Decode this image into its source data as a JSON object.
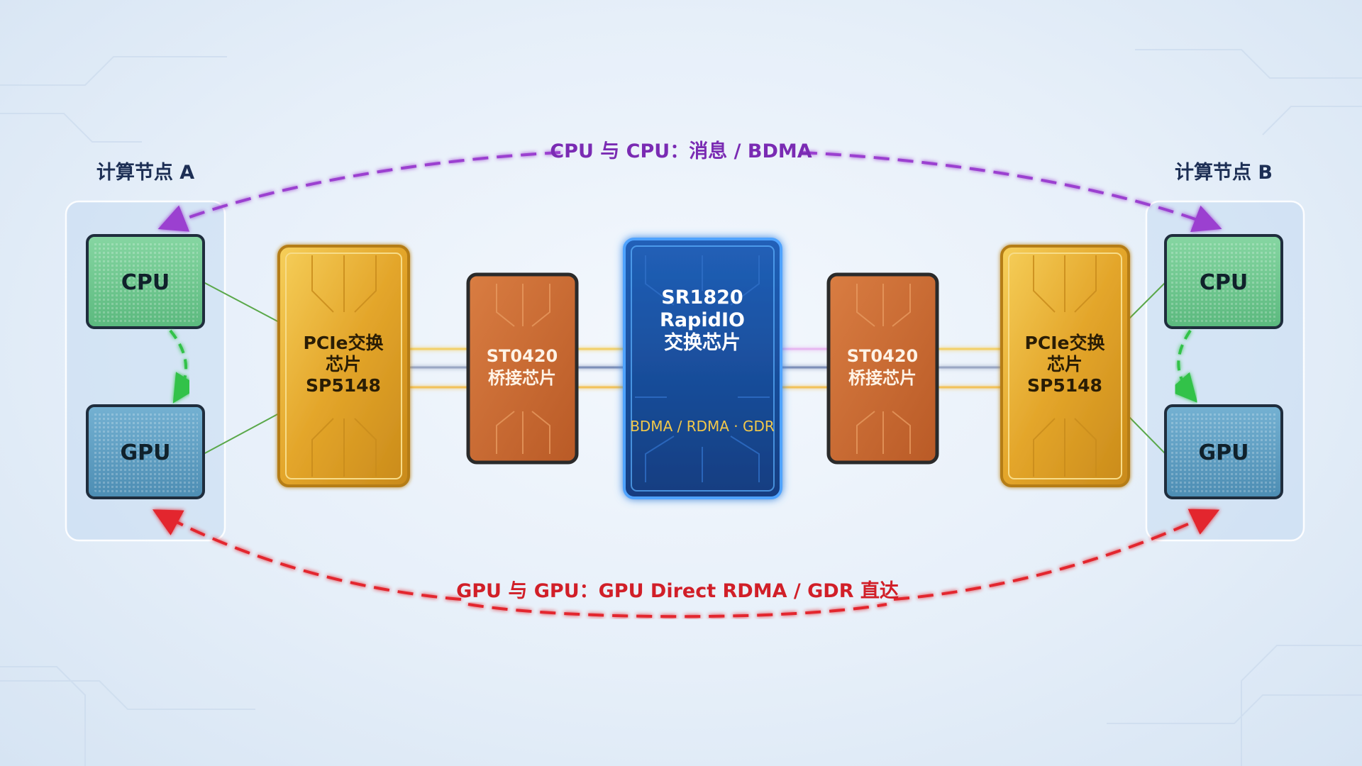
{
  "node_a": {
    "title": "计算节点 A",
    "cpu_label": "CPU",
    "gpu_label": "GPU"
  },
  "node_b": {
    "title": "计算节点 B",
    "cpu_label": "CPU",
    "gpu_label": "GPU"
  },
  "pcie_left": {
    "line1": "PCIe交换",
    "line2": "芯片",
    "line3": "SP5148"
  },
  "bridge_left": {
    "line1": "ST0420",
    "line2": "桥接芯片"
  },
  "rapidio_switch": {
    "line1": "SR1820",
    "line2": "RapidIO",
    "line3": "交换芯片",
    "modes": "BDMA / RDMA · GDR"
  },
  "bridge_right": {
    "line1": "ST0420",
    "line2": "桥接芯片"
  },
  "pcie_right": {
    "line1": "PCIe交换",
    "line2": "芯片",
    "line3": "SP5148"
  },
  "arcs": {
    "cpu_to_cpu": "CPU 与 CPU：消息 / BDMA",
    "gpu_to_gpu": "GPU 与 GPU：GPU Direct RDMA / GDR 直达"
  },
  "colors": {
    "cpu_chip": "#6fc98f",
    "gpu_chip": "#5c9ec2",
    "pcie_chip": "#e3a52a",
    "bridge_chip": "#c86a32",
    "rapidio_chip": "#1b4f9e",
    "cpu_arc": "#9b3fd0",
    "gpu_arc": "#e3262f",
    "internal_arc": "#33c24a"
  }
}
